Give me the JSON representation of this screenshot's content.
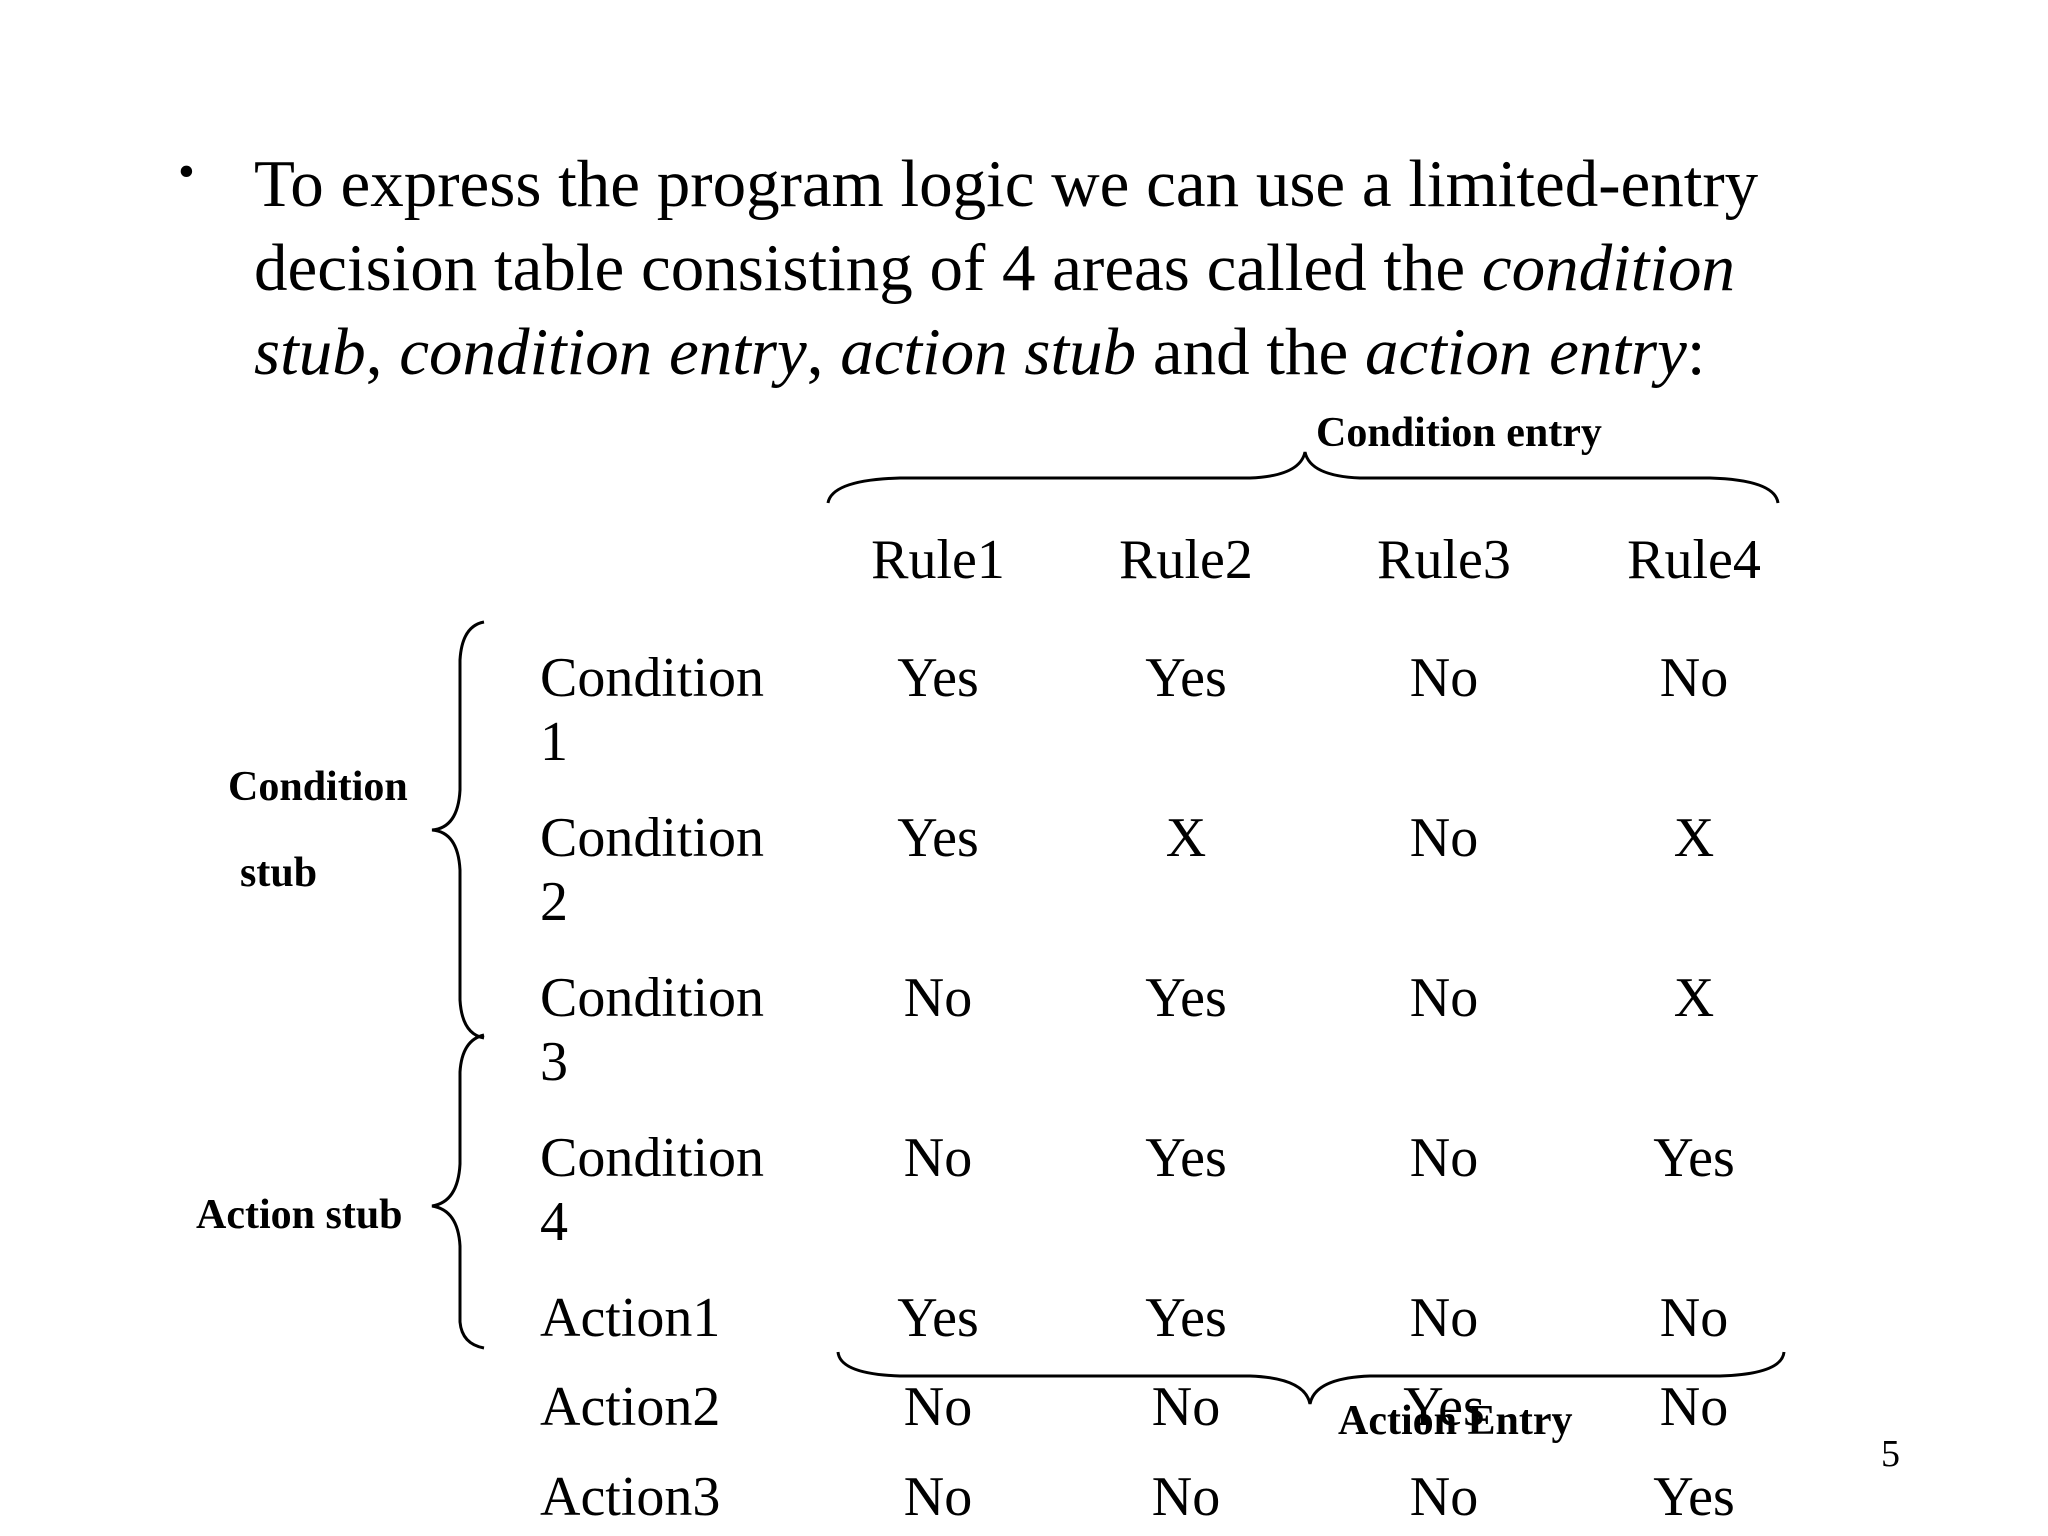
{
  "intro": {
    "bullet": "•",
    "segments": [
      {
        "text": "To express the program logic we can use a limited-entry decision table consisting of 4 areas called the ",
        "italic": false
      },
      {
        "text": "condition stub",
        "italic": true
      },
      {
        "text": ", ",
        "italic": false
      },
      {
        "text": "condition entry",
        "italic": true
      },
      {
        "text": ", ",
        "italic": false
      },
      {
        "text": "action stub",
        "italic": true
      },
      {
        "text": " and the ",
        "italic": false
      },
      {
        "text": "action entry",
        "italic": true
      },
      {
        "text": ":",
        "italic": false
      }
    ]
  },
  "labels": {
    "condition_entry": "Condition entry",
    "condition_stub_line1": "Condition",
    "condition_stub_line2": "stub",
    "action_stub": "Action stub",
    "action_entry": "Action Entry"
  },
  "table": {
    "rules": [
      "Rule1",
      "Rule2",
      "Rule3",
      "Rule4"
    ],
    "rows": [
      {
        "stub": "Condition 1",
        "values": [
          "Yes",
          "Yes",
          "No",
          "No"
        ]
      },
      {
        "stub": "Condition 2",
        "values": [
          "Yes",
          "X",
          "No",
          "X"
        ]
      },
      {
        "stub": "Condition 3",
        "values": [
          "No",
          "Yes",
          "No",
          "X"
        ]
      },
      {
        "stub": "Condition 4",
        "values": [
          "No",
          "Yes",
          "No",
          "Yes"
        ]
      },
      {
        "stub": "Action1",
        "values": [
          "Yes",
          "Yes",
          "No",
          "No"
        ]
      },
      {
        "stub": "Action2",
        "values": [
          "No",
          "No",
          "Yes",
          "No"
        ]
      },
      {
        "stub": "Action3",
        "values": [
          "No",
          "No",
          "No",
          "Yes"
        ]
      }
    ]
  },
  "page_number": "5"
}
